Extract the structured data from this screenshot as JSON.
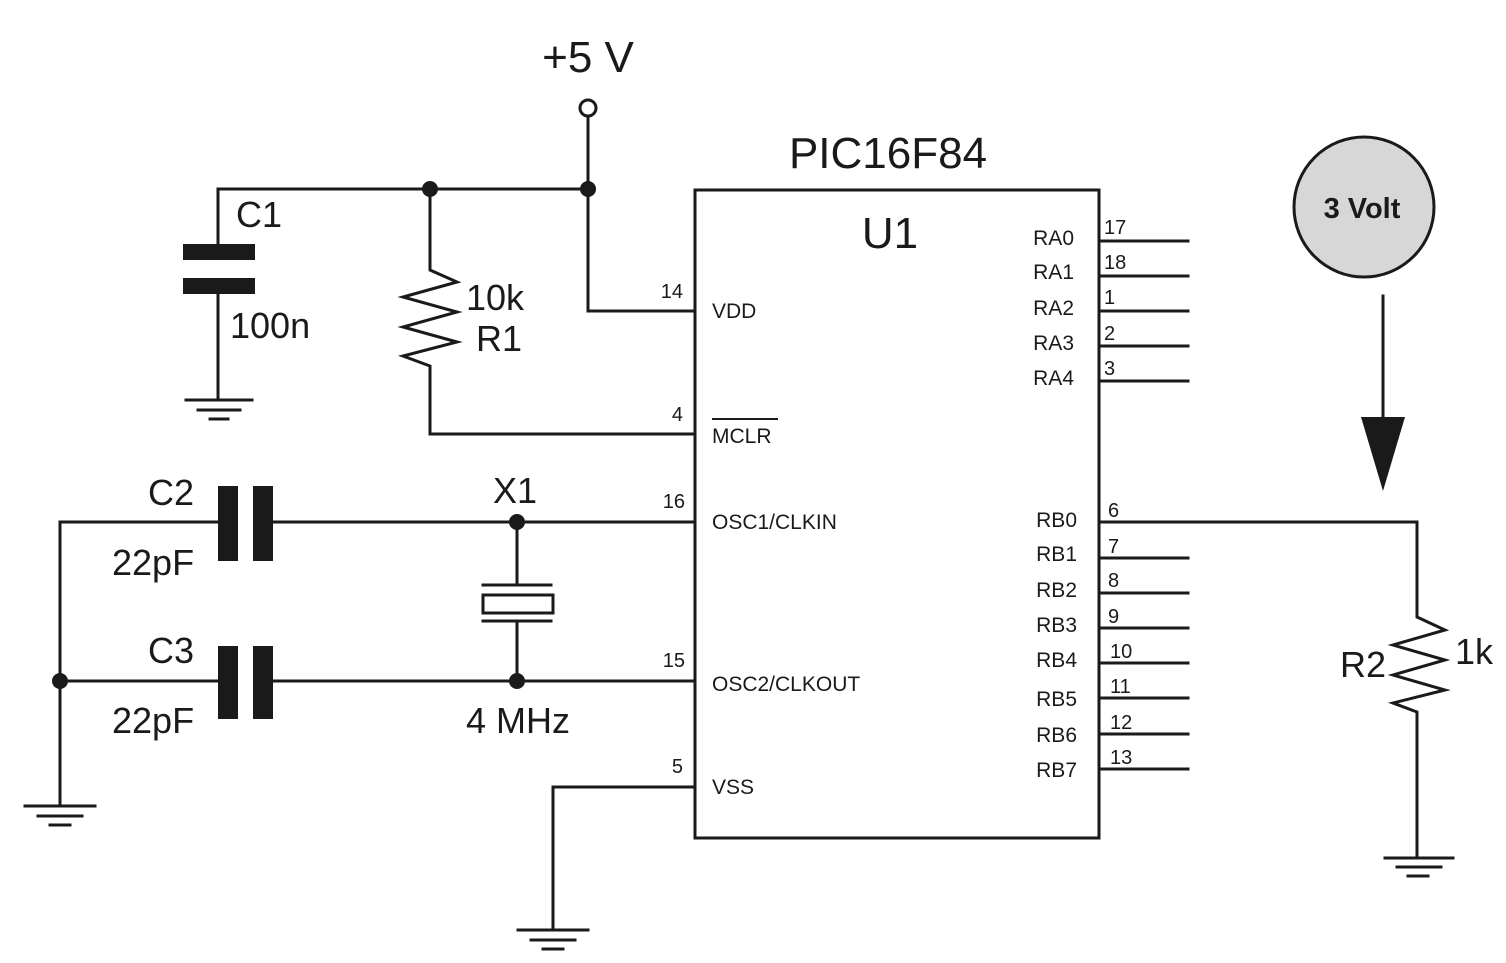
{
  "supply": {
    "label": "+5 V"
  },
  "ic": {
    "part": "PIC16F84",
    "ref": "U1",
    "left_pins": [
      {
        "name": "VDD",
        "num": "14"
      },
      {
        "name": "MCLR",
        "num": "4"
      },
      {
        "name": "OSC1/CLKIN",
        "num": "16"
      },
      {
        "name": "OSC2/CLKOUT",
        "num": "15"
      },
      {
        "name": "VSS",
        "num": "5"
      }
    ],
    "right_pins": [
      {
        "name": "RA0",
        "num": "17"
      },
      {
        "name": "RA1",
        "num": "18"
      },
      {
        "name": "RA2",
        "num": "1"
      },
      {
        "name": "RA3",
        "num": "2"
      },
      {
        "name": "RA4",
        "num": "3"
      },
      {
        "name": "RB0",
        "num": "6"
      },
      {
        "name": "RB1",
        "num": "7"
      },
      {
        "name": "RB2",
        "num": "8"
      },
      {
        "name": "RB3",
        "num": "9"
      },
      {
        "name": "RB4",
        "num": "10"
      },
      {
        "name": "RB5",
        "num": "11"
      },
      {
        "name": "RB6",
        "num": "12"
      },
      {
        "name": "RB7",
        "num": "13"
      }
    ]
  },
  "components": {
    "c1": {
      "ref": "C1",
      "value": "100n"
    },
    "r1": {
      "ref": "R1",
      "value": "10k"
    },
    "c2": {
      "ref": "C2",
      "value": "22pF"
    },
    "c3": {
      "ref": "C3",
      "value": "22pF"
    },
    "x1": {
      "ref": "X1",
      "value": "4 MHz"
    },
    "r2": {
      "ref": "R2",
      "value": "1k"
    }
  },
  "source": {
    "label": "3 Volt"
  }
}
